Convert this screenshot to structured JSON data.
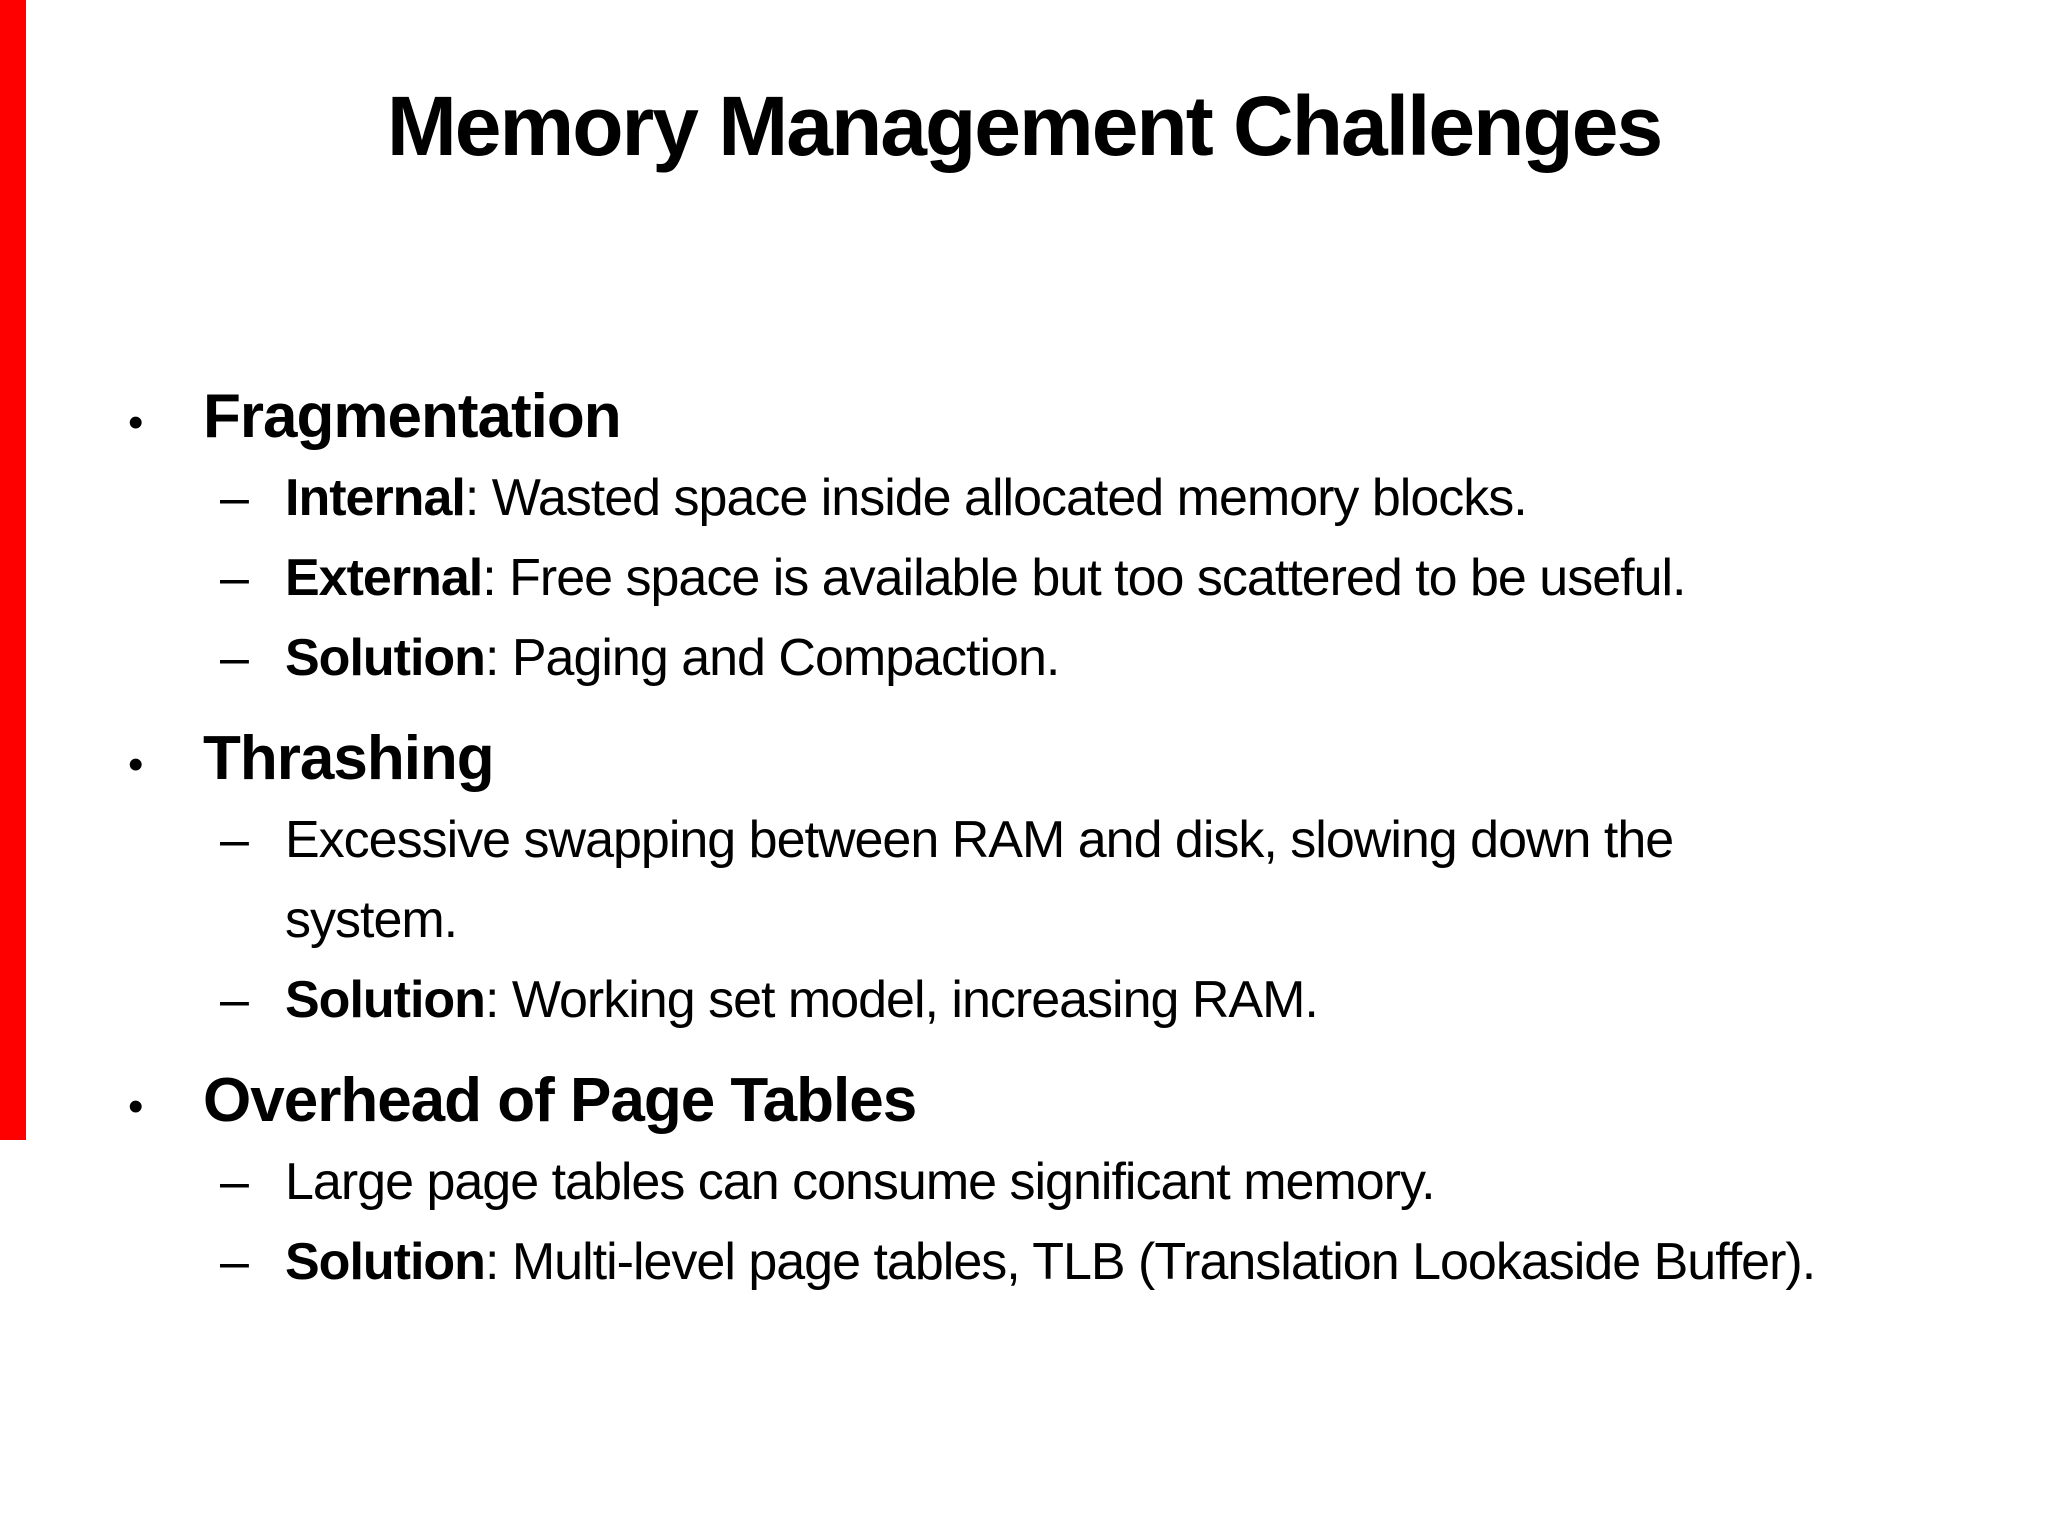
{
  "slide": {
    "title": "Memory Management Challenges",
    "accent_bar": {
      "color": "#fe0000"
    },
    "markers": {
      "level1": "•",
      "level2": "–"
    },
    "bullets": [
      {
        "label": "Fragmentation",
        "sub": [
          {
            "lead": "Internal",
            "rest": ": Wasted space inside allocated memory blocks."
          },
          {
            "lead": "External",
            "rest": ": Free space is available but too scattered to be useful."
          },
          {
            "lead": "Solution",
            "rest": ": Paging and Compaction."
          }
        ]
      },
      {
        "label": "Thrashing",
        "sub": [
          {
            "lead": "",
            "rest": "Excessive swapping between RAM and disk, slowing down the\nsystem."
          },
          {
            "lead": "Solution",
            "rest": ": Working set model, increasing RAM."
          }
        ]
      },
      {
        "label": "Overhead of Page Tables",
        "sub": [
          {
            "lead": "",
            "rest": "Large page tables can consume significant memory."
          },
          {
            "lead": "Solution",
            "rest": ": Multi-level page tables, TLB (Translation Lookaside Buffer)."
          }
        ]
      }
    ]
  }
}
